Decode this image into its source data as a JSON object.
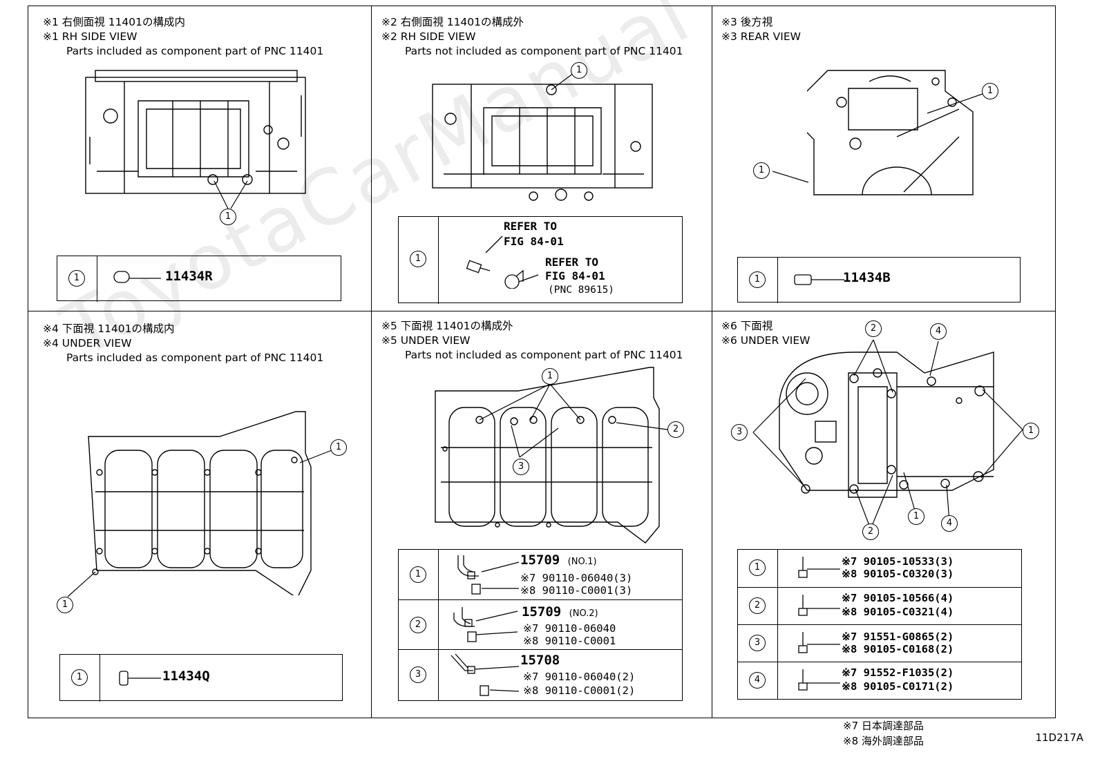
{
  "watermark": "ToyotaCarManual",
  "figure_id": "11D217A",
  "footnotes": [
    "※7 日本調達部品",
    "※8 海外調達部品"
  ],
  "panels": [
    {
      "header": [
        "※1 右側面視 11401の構成内",
        "※1 RH SIDE VIEW"
      ],
      "sub": "Parts included as component part of PNC 11401",
      "callouts": [
        "1"
      ],
      "rows": [
        {
          "num": "1",
          "part": "11434R"
        }
      ]
    },
    {
      "header": [
        "※2 右側面視 11401の構成外",
        "※2 RH SIDE VIEW"
      ],
      "sub": "Parts not included as component part of PNC 11401",
      "callouts": [
        "1"
      ],
      "rows": [
        {
          "num": "1",
          "refer1a": "REFER TO",
          "refer1b": "FIG 84-01",
          "refer2a": "REFER TO",
          "refer2b": "FIG 84-01",
          "refer2c": "(PNC 89615)"
        }
      ]
    },
    {
      "header": [
        "※3 後方視",
        "※3 REAR VIEW"
      ],
      "sub": "",
      "callouts": [
        "1",
        "1"
      ],
      "rows": [
        {
          "num": "1",
          "part": "11434B"
        }
      ]
    },
    {
      "header": [
        "※4 下面視 11401の構成内",
        "※4 UNDER VIEW"
      ],
      "sub": "Parts included as component part of PNC 11401",
      "callouts": [
        "1",
        "1"
      ],
      "rows": [
        {
          "num": "1",
          "part": "11434Q"
        }
      ]
    },
    {
      "header": [
        "※5 下面視 11401の構成外",
        "※5 UNDER VIEW"
      ],
      "sub": "Parts not included as component part of PNC 11401",
      "callouts": [
        "1",
        "2",
        "3"
      ],
      "rows": [
        {
          "num": "1",
          "part": "15709",
          "note": "(NO.1)",
          "l1": "※7 90110-06040(3)",
          "l2": "※8 90110-C0001(3)"
        },
        {
          "num": "2",
          "part": "15709",
          "note": "(NO.2)",
          "l1": "※7 90110-06040",
          "l2": "※8 90110-C0001"
        },
        {
          "num": "3",
          "part": "15708",
          "note": "",
          "l1": "※7 90110-06040(2)",
          "l2": "※8 90110-C0001(2)"
        }
      ]
    },
    {
      "header": [
        "※6 下面視",
        "※6 UNDER VIEW"
      ],
      "sub": "",
      "callouts": [
        "2",
        "4",
        "3",
        "1",
        "1",
        "2",
        "4"
      ],
      "rows": [
        {
          "num": "1",
          "l1": "※7 90105-10533(3)",
          "l2": "※8 90105-C0320(3)"
        },
        {
          "num": "2",
          "l1": "※7 90105-10566(4)",
          "l2": "※8 90105-C0321(4)"
        },
        {
          "num": "3",
          "l1": "※7 91551-G0865(2)",
          "l2": "※8 90105-C0168(2)"
        },
        {
          "num": "4",
          "l1": "※7 91552-F1035(2)",
          "l2": "※8 90105-C0171(2)"
        }
      ]
    }
  ]
}
